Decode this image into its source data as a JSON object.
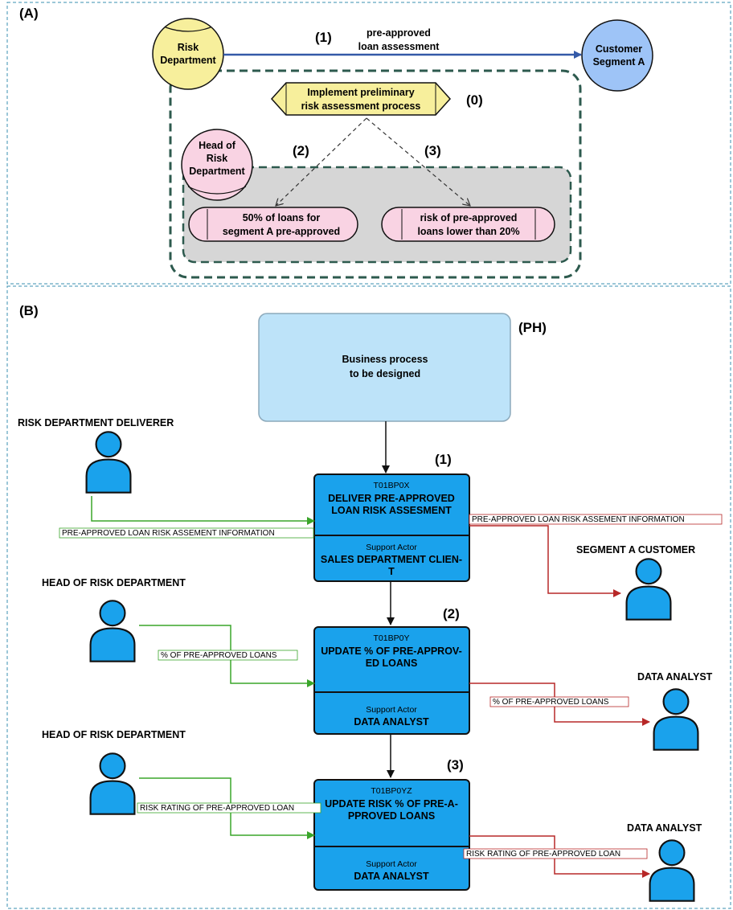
{
  "panel_a": {
    "label": "(A)",
    "risk_department": [
      "Risk",
      "Department"
    ],
    "customer_segment": [
      "Customer",
      "Segment A"
    ],
    "edge_number": "(1)",
    "edge_label": [
      "pre-approved",
      "loan assessment"
    ],
    "goal_text": [
      "Implement preliminary",
      "risk  assessment process"
    ],
    "goal_number": "(0)",
    "head_of_risk": [
      "Head of",
      "Risk",
      "Department"
    ],
    "branch_left_number": "(2)",
    "branch_right_number": "(3)",
    "softgoal_left": [
      "50% of loans for",
      "segment A pre-approved"
    ],
    "softgoal_right": [
      "risk of pre-approved",
      "loans lower than 20%"
    ]
  },
  "panel_b": {
    "label": "(B)",
    "ph_label": "(PH)",
    "process_box": [
      "Business process",
      "to be designed"
    ],
    "step1": {
      "number": "(1)",
      "code": "T01BP0X",
      "title": [
        "DELIVER PRE-APPROVED",
        "LOAN RISK ASSESMENT"
      ],
      "support_label": "Support Actor",
      "support_actor": [
        "SALES DEPARTMENT CLIEN-",
        "T"
      ],
      "input_actor": "RISK DEPARTMENT DELIVERER",
      "input_flow": "PRE-APPROVED LOAN RISK ASSEMENT INFORMATION",
      "output_flow": "PRE-APPROVED LOAN RISK ASSEMENT INFORMATION",
      "output_actor": "SEGMENT A CUSTOMER"
    },
    "step2": {
      "number": "(2)",
      "code": "T01BP0Y",
      "title": [
        "UPDATE % OF PRE-APPROV-",
        "ED LOANS"
      ],
      "support_label": "Support Actor",
      "support_actor": [
        "DATA ANALYST"
      ],
      "input_actor": "HEAD OF RISK DEPARTMENT",
      "input_flow": "% OF PRE-APPROVED LOANS",
      "output_flow": "% OF PRE-APPROVED LOANS",
      "output_actor": "DATA ANALYST"
    },
    "step3": {
      "number": "(3)",
      "code": "T01BP0YZ",
      "title": [
        "UPDATE RISK % OF PRE-A-",
        "PPROVED LOANS"
      ],
      "support_label": "Support Actor",
      "support_actor": [
        "DATA ANALYST"
      ],
      "input_actor": "HEAD OF RISK DEPARTMENT",
      "input_flow": "RISK RATING OF PRE-APPROVED LOAN",
      "output_flow": "RISK RATING OF PRE-APPROVED LOAN",
      "output_actor": "DATA ANALYST"
    }
  },
  "colors": {
    "panel_border": "#3a8fb0",
    "actor_yellow": "#f7ef9c",
    "actor_blue": "#9ec4f7",
    "actor_pink": "#f9d3e3",
    "boundary_green": "#2d5a4e",
    "inner_grey": "#d6d6d6",
    "process_box": "#bde3f9",
    "task_box": "#1aa2ec",
    "person": "#1aa2ec",
    "input_green": "#3aa52a",
    "output_red": "#b72828",
    "edge_blue": "#345aa8"
  }
}
